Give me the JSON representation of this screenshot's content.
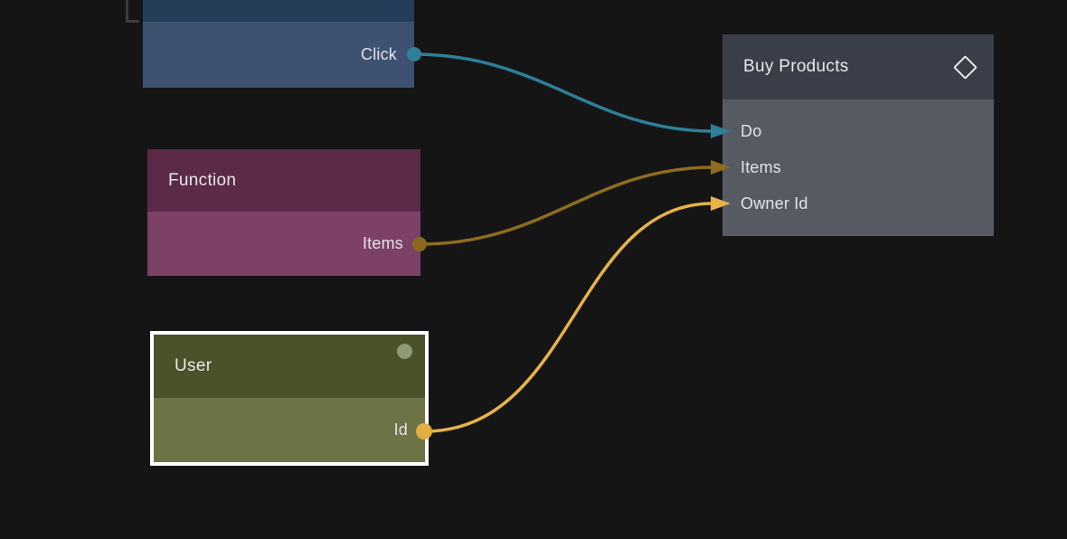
{
  "canvas": {
    "background_color": "#151515",
    "selection_marquee_visible": true
  },
  "nodes": {
    "event": {
      "title": "",
      "output_label": "Click",
      "header_color": "#233c58",
      "body_color": "#3e5170",
      "port_color": "#2e7f97"
    },
    "function": {
      "title": "Function",
      "output_label": "Items",
      "header_color": "#5c2949",
      "body_color": "#7e4166",
      "port_color": "#8a691e"
    },
    "user": {
      "title": "User",
      "output_label": "Id",
      "selected": true,
      "selection_border_color": "#ffffff",
      "header_color": "#4b5229",
      "body_color": "#6e7346",
      "port_color": "#e2ad42",
      "status_dot_color": "#8f9a74"
    },
    "buy_products": {
      "title": "Buy Products",
      "header_icon": "diamond-icon",
      "inputs": [
        "Do",
        "Items",
        "Owner Id"
      ],
      "header_color": "#393e48",
      "body_color": "#555a63"
    }
  },
  "wires": [
    {
      "from_node": "event",
      "from_port": "Click",
      "to_node": "buy_products",
      "to_port": "Do",
      "color": "#2e7f97"
    },
    {
      "from_node": "function",
      "from_port": "Items",
      "to_node": "buy_products",
      "to_port": "Items",
      "color": "#8d6d1f"
    },
    {
      "from_node": "user",
      "from_port": "Id",
      "to_node": "buy_products",
      "to_port": "Owner Id",
      "color": "#e5b34a"
    }
  ]
}
